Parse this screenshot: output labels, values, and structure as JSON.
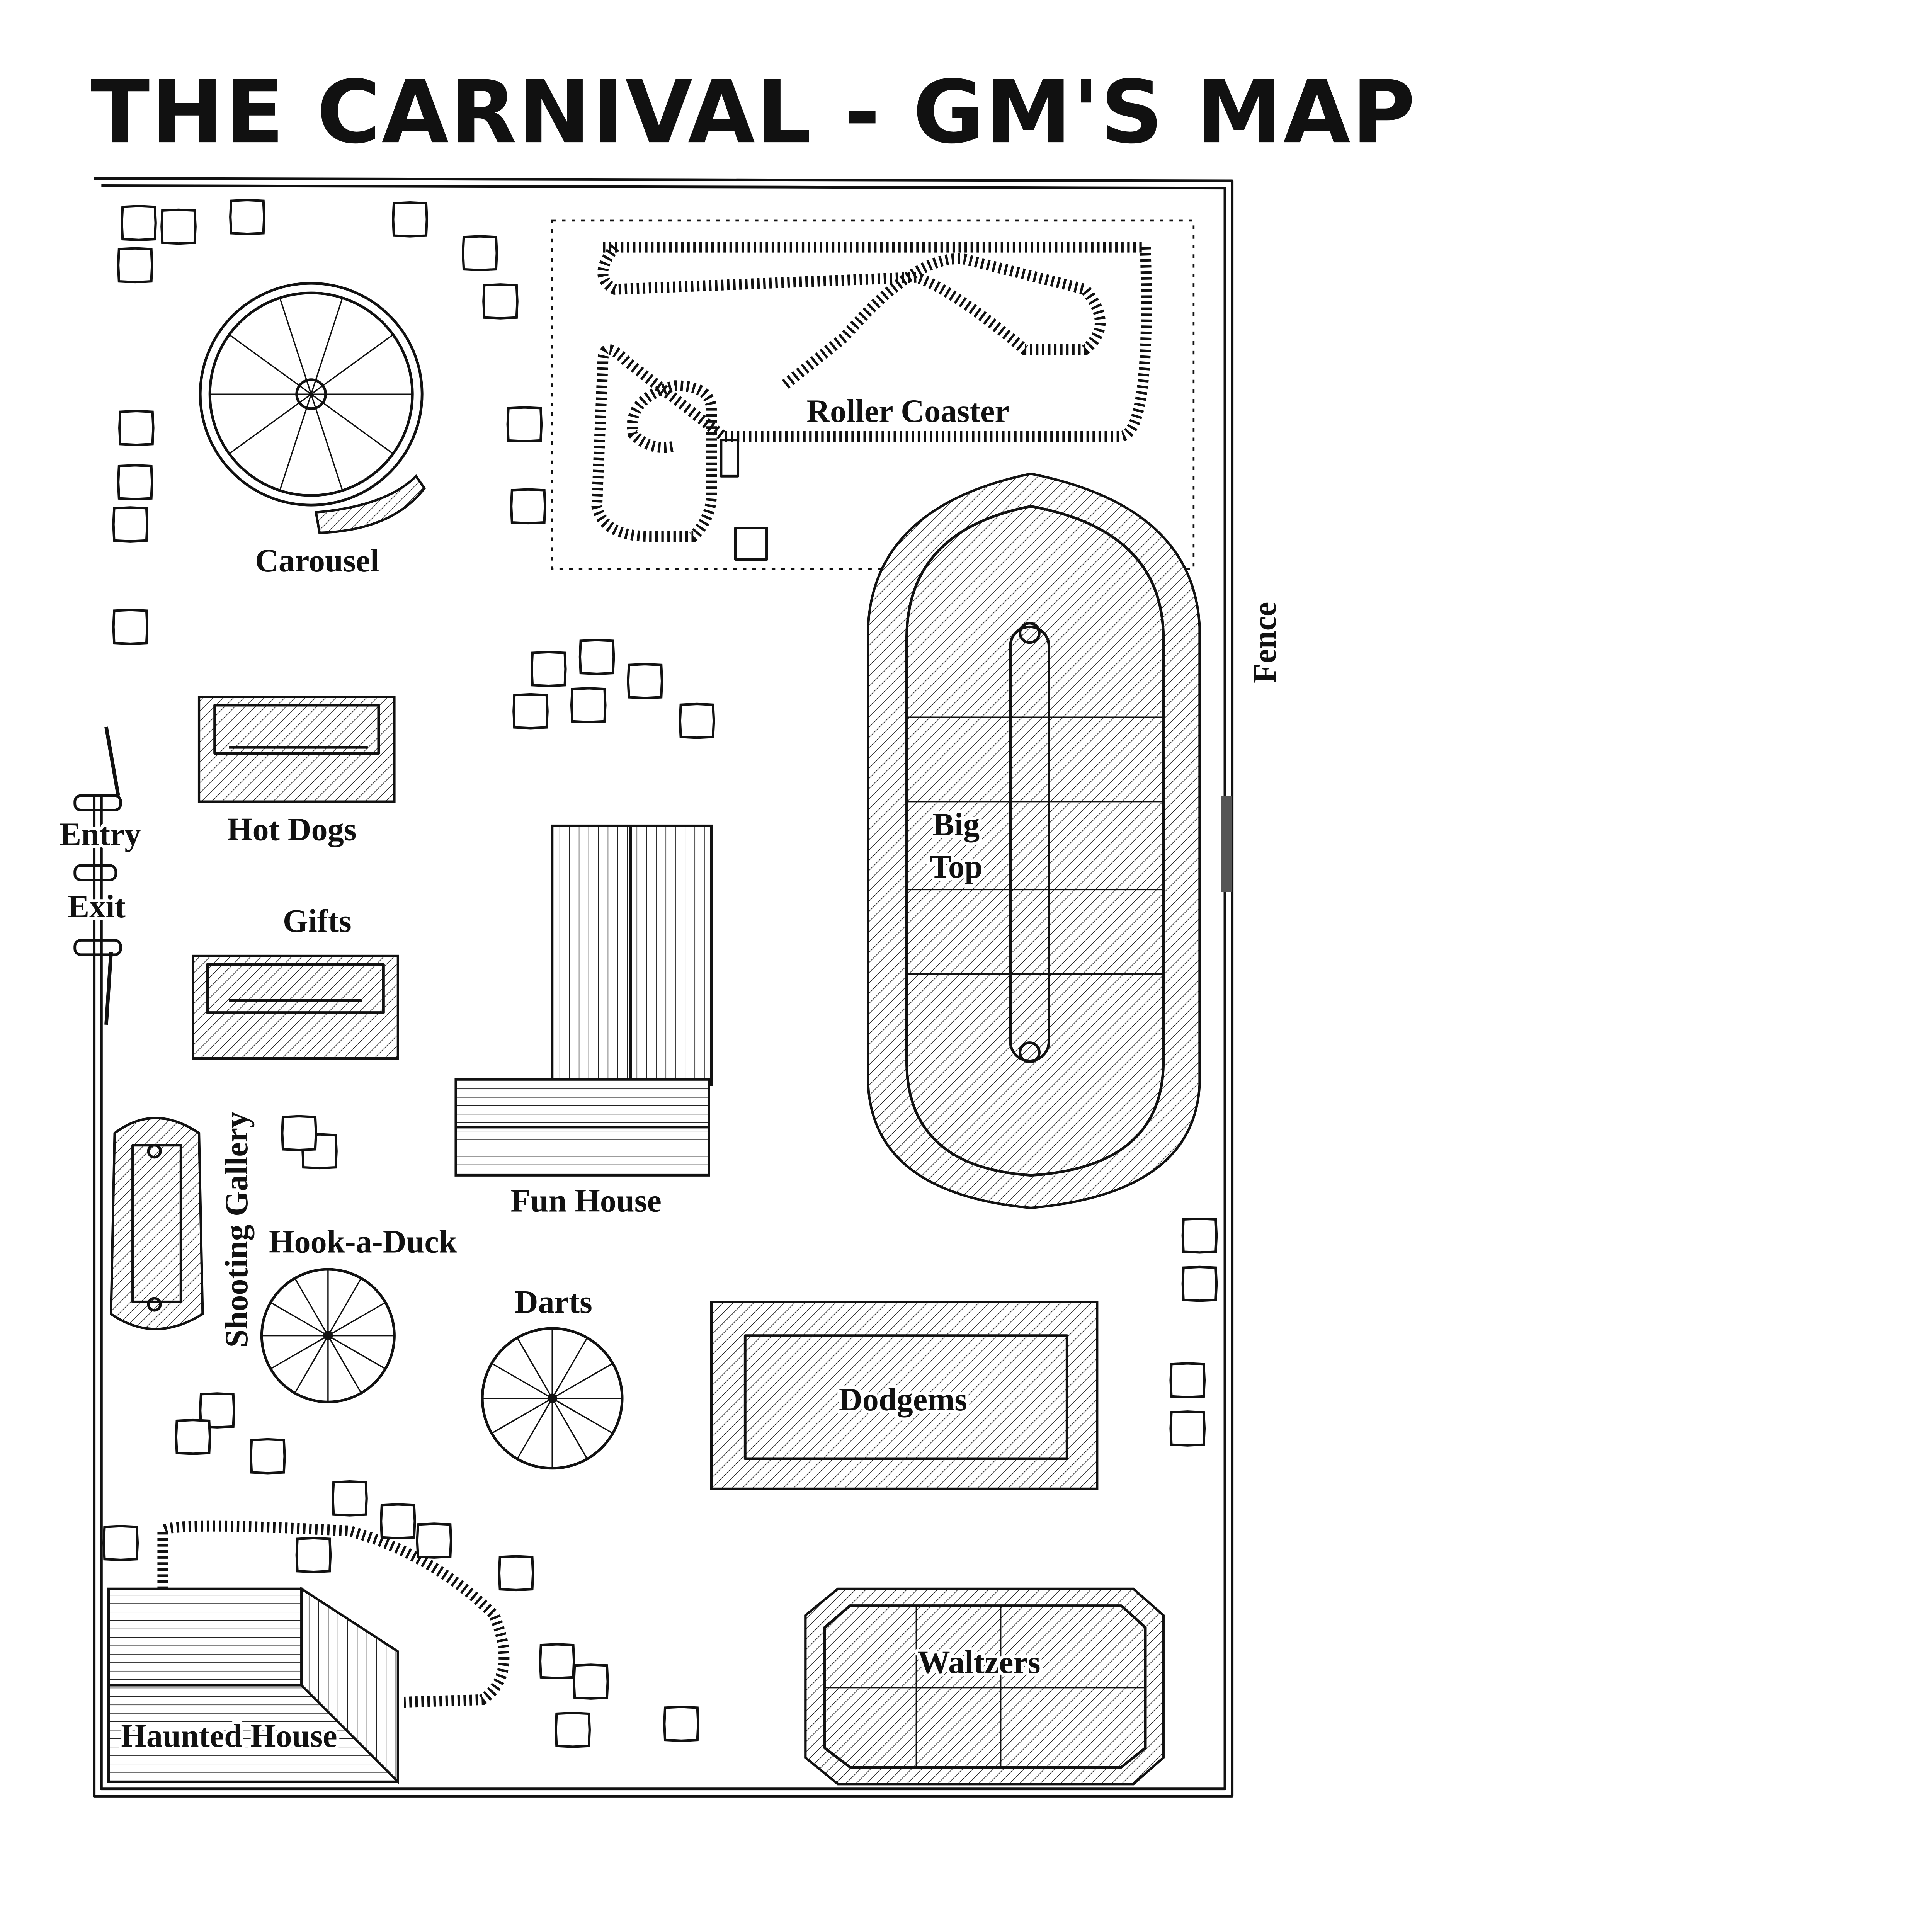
{
  "title": "THE CARNIVAL - GM'S MAP",
  "labels": {
    "carousel": "Carousel",
    "roller_coaster": "Roller Coaster",
    "hot_dogs": "Hot Dogs",
    "entry": "Entry",
    "exit": "Exit",
    "gifts": "Gifts",
    "big_top_line1": "Big",
    "big_top_line2": "Top",
    "fun_house": "Fun House",
    "shooting_gallery": "Shooting Gallery",
    "hook_a_duck": "Hook-a-Duck",
    "darts": "Darts",
    "dodgems": "Dodgems",
    "haunted_house": "Haunted House",
    "waltzers": "Waltzers",
    "fence": "Fence"
  },
  "colors": {
    "ink": "#111111",
    "paper": "#ffffff",
    "fence_gate": "#555555"
  }
}
